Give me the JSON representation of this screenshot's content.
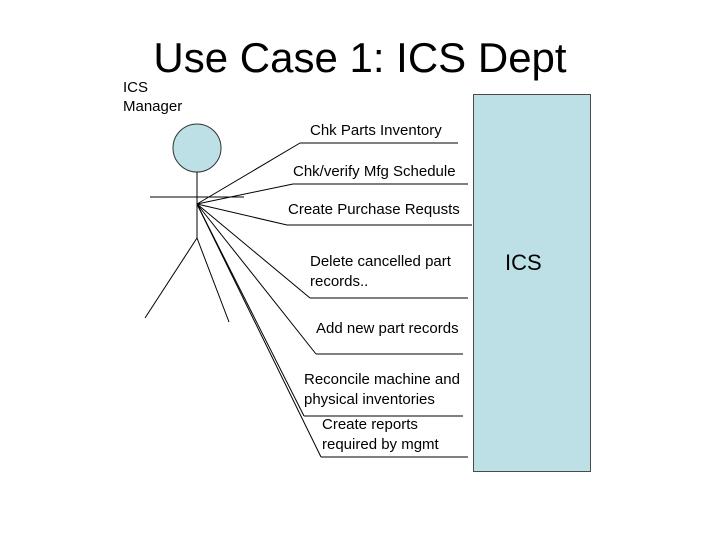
{
  "title": "Use Case 1: ICS Dept",
  "actor": {
    "label": "ICS\nManager"
  },
  "system": {
    "label": "ICS",
    "fill_color": "#bde0e6"
  },
  "actor_head_color": "#bde0e6",
  "use_cases": [
    {
      "label": "Chk Parts Inventory"
    },
    {
      "label": "Chk/verify Mfg Schedule"
    },
    {
      "label": "Create Purchase Requsts"
    },
    {
      "label": "Delete cancelled part\nrecords.."
    },
    {
      "label": "Add new part records"
    },
    {
      "label": "Reconcile machine and\nphysical inventories"
    },
    {
      "label": "Create reports\nrequired by mgmt"
    }
  ]
}
